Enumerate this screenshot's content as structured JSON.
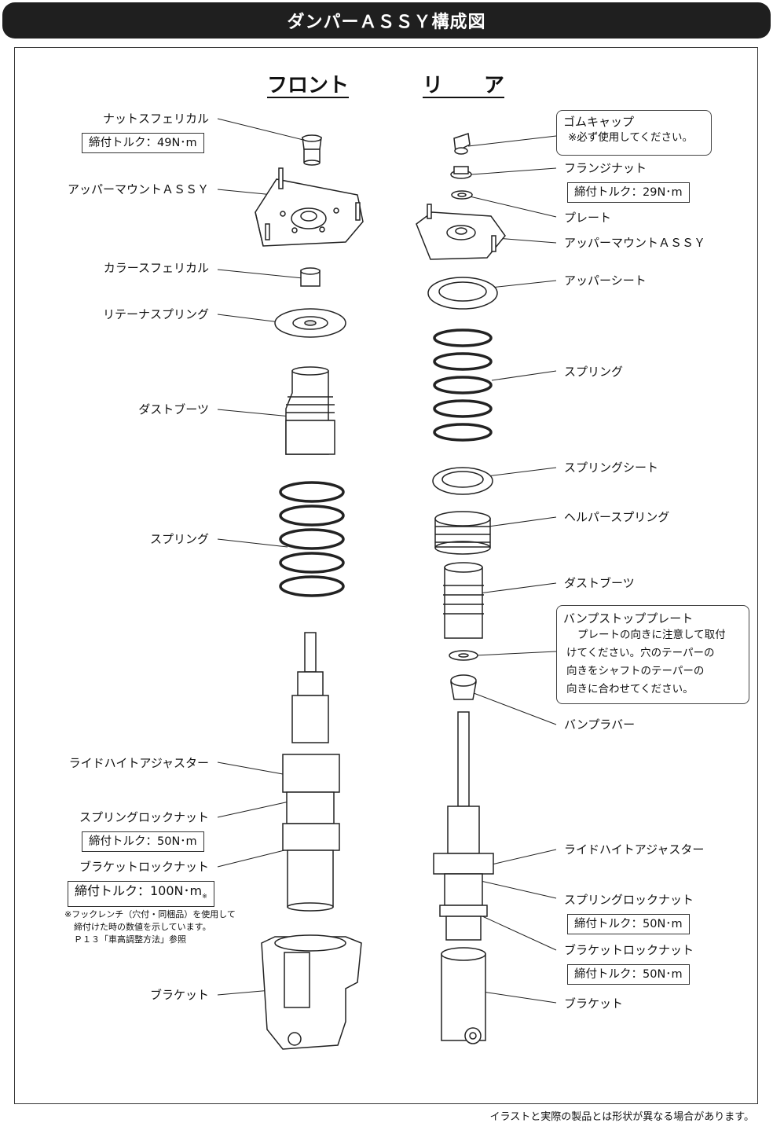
{
  "header": {
    "title": "ダンパーＡＳＳＹ構成図"
  },
  "columns": {
    "front": "フロント",
    "rear": "リ　　ア"
  },
  "front_labels": {
    "nut": "ナットスフェリカル",
    "nut_torque": "締付トルク：49N･m",
    "upper_mount": "アッパーマウントＡＳＳＹ",
    "collar": "カラースフェリカル",
    "retainer": "リテーナスプリング",
    "dust_boot": "ダストブーツ",
    "spring": "スプリング",
    "ride_height": "ライドハイトアジャスター",
    "spring_lock": "スプリングロックナット",
    "spring_lock_torque": "締付トルク：50N･m",
    "bracket_lock": "ブラケットロックナット",
    "bracket_lock_torque": "締付トルク：100N･m",
    "bracket_lock_mark": "※",
    "note_1": "※フックレンチ（穴付・同梱品）を使用して",
    "note_2": "締付けた時の数値を示しています。",
    "note_3": "Ｐ１３「車高調整方法」参照",
    "bracket": "ブラケット"
  },
  "rear_labels": {
    "rubber_cap": "ゴムキャップ",
    "rubber_cap_note": "※必ず使用してください。",
    "flange_nut": "フランジナット",
    "flange_nut_torque": "締付トルク：29N･m",
    "plate": "プレート",
    "upper_mount": "アッパーマウントＡＳＳＹ",
    "upper_seat": "アッパーシート",
    "spring": "スプリング",
    "spring_seat": "スプリングシート",
    "helper_spring": "ヘルパースプリング",
    "dust_boot": "ダストブーツ",
    "bump_plate": "バンプストッププレート",
    "bump_plate_note_1": "プレートの向きに注意して取付",
    "bump_plate_note_2": "けてください。穴のテーパーの",
    "bump_plate_note_3": "向きをシャフトのテーパーの",
    "bump_plate_note_4": "向きに合わせてください。",
    "bump_rubber": "バンプラバー",
    "ride_height": "ライドハイトアジャスター",
    "spring_lock": "スプリングロックナット",
    "spring_lock_torque": "締付トルク：50N･m",
    "bracket_lock": "ブラケットロックナット",
    "bracket_lock_torque": "締付トルク：50N･m",
    "bracket": "ブラケット"
  },
  "footer": "イラストと実際の製品とは形状が異なる場合があります。"
}
